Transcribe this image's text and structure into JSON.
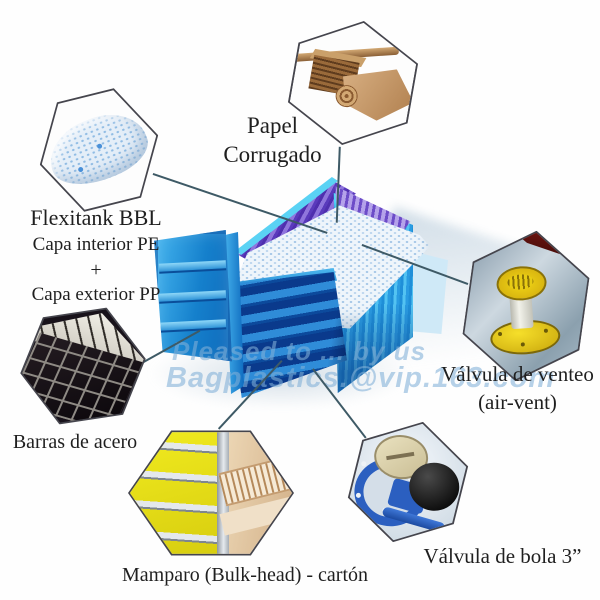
{
  "watermark": {
    "line1": "Pleased to ... by us",
    "line2": "Bagplastics.@vip.163.com"
  },
  "callouts": {
    "flexitank": {
      "title": "Flexitank BBL",
      "sub1": "Capa interior PE",
      "sub2": "+",
      "sub3": "Capa exterior PP",
      "photo": "blue dotted flexitank pillow"
    },
    "papel": {
      "line1": "Papel",
      "line2": "Corrugado",
      "photo": "corrugated paper rolls"
    },
    "airvent": {
      "label": "Válvula de venteo",
      "sublabel": "(air-vent)",
      "photo": "yellow air vent valve on flexitank fabric"
    },
    "ballvalve": {
      "label": "Válvula de bola 3”",
      "photo": "blue flanged ball valve with black ball"
    },
    "mamparo": {
      "label": "Mamparo (Bulk-head) - cartón",
      "photo": "yellow bulkhead bars and corrugated cardboard"
    },
    "barras": {
      "label": "Barras de acero",
      "photo": "bundle of square steel tubes"
    }
  },
  "center_illustration": "open blue shipping container with white flexitank inside",
  "colors": {
    "container_blue": "#2a9de2",
    "container_dark_blue": "#0c4a9c",
    "interior_purple": "#8f75dc",
    "flexitank_white": "#eef5fb",
    "bulkhead_yellow": "#eee61c",
    "valve_yellow": "#f2d616",
    "cardboard_tan": "#d9b184",
    "watermark_blue": "#82afd7"
  }
}
